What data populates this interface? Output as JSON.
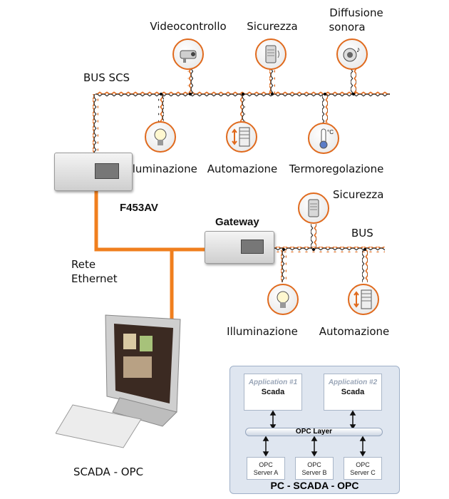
{
  "labels": {
    "videocontrollo": "Videocontrollo",
    "sicurezza_top": "Sicurezza",
    "diffusione_line1": "Diffusione",
    "diffusione_line2": "sonora",
    "bus_scs": "BUS SCS",
    "illuminazione_top": "Illuminazione",
    "automazione_top": "Automazione",
    "termoregolazione": "Termoregolazione",
    "f453av": "F453AV",
    "sicurezza_right": "Sicurezza",
    "gateway": "Gateway",
    "bus_right": "BUS",
    "rete_line1": "Rete",
    "rete_line2": "Ethernet",
    "illuminazione_bottom": "Illuminazione",
    "automazione_bottom": "Automazione",
    "scada_opc": "SCADA - OPC"
  },
  "panel": {
    "app1_title": "Application #1",
    "app1_name": "Scada",
    "app2_title": "Application #2",
    "app2_name": "Scada",
    "opc_layer": "OPC Layer",
    "server_a_line1": "OPC",
    "server_a_line2": "Server  A",
    "server_b_line1": "OPC",
    "server_b_line2": "Server B",
    "server_c_line1": "OPC",
    "server_c_line2": "Server C",
    "title": "PC - SCADA - OPC"
  },
  "colors": {
    "bus_orange": "#e06a1d",
    "ethernet_orange": "#f07f1e",
    "panel_bg": "#dfe6f0"
  },
  "icons": [
    "camera-icon",
    "security-sensor-icon",
    "speaker-icon",
    "lamp-icon",
    "shutter-icon",
    "thermometer-icon"
  ]
}
